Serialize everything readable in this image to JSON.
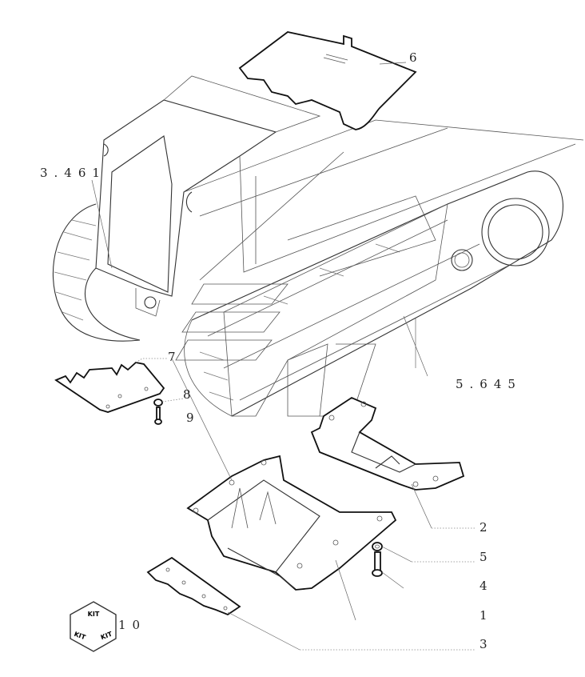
{
  "diagram": {
    "callouts": {
      "part_6": "6",
      "ref_3461": "3.461",
      "part_7": "7",
      "part_8": "8",
      "part_9": "9",
      "ref_5645": "5.645",
      "part_2": "2",
      "part_5": "5",
      "part_4": "4",
      "part_1": "1",
      "part_3": "3",
      "part_10": "10"
    },
    "kit_logo": [
      "KIT",
      "KIT",
      "KIT"
    ],
    "colors": {
      "line": "#111111",
      "background": "#ffffff"
    }
  }
}
